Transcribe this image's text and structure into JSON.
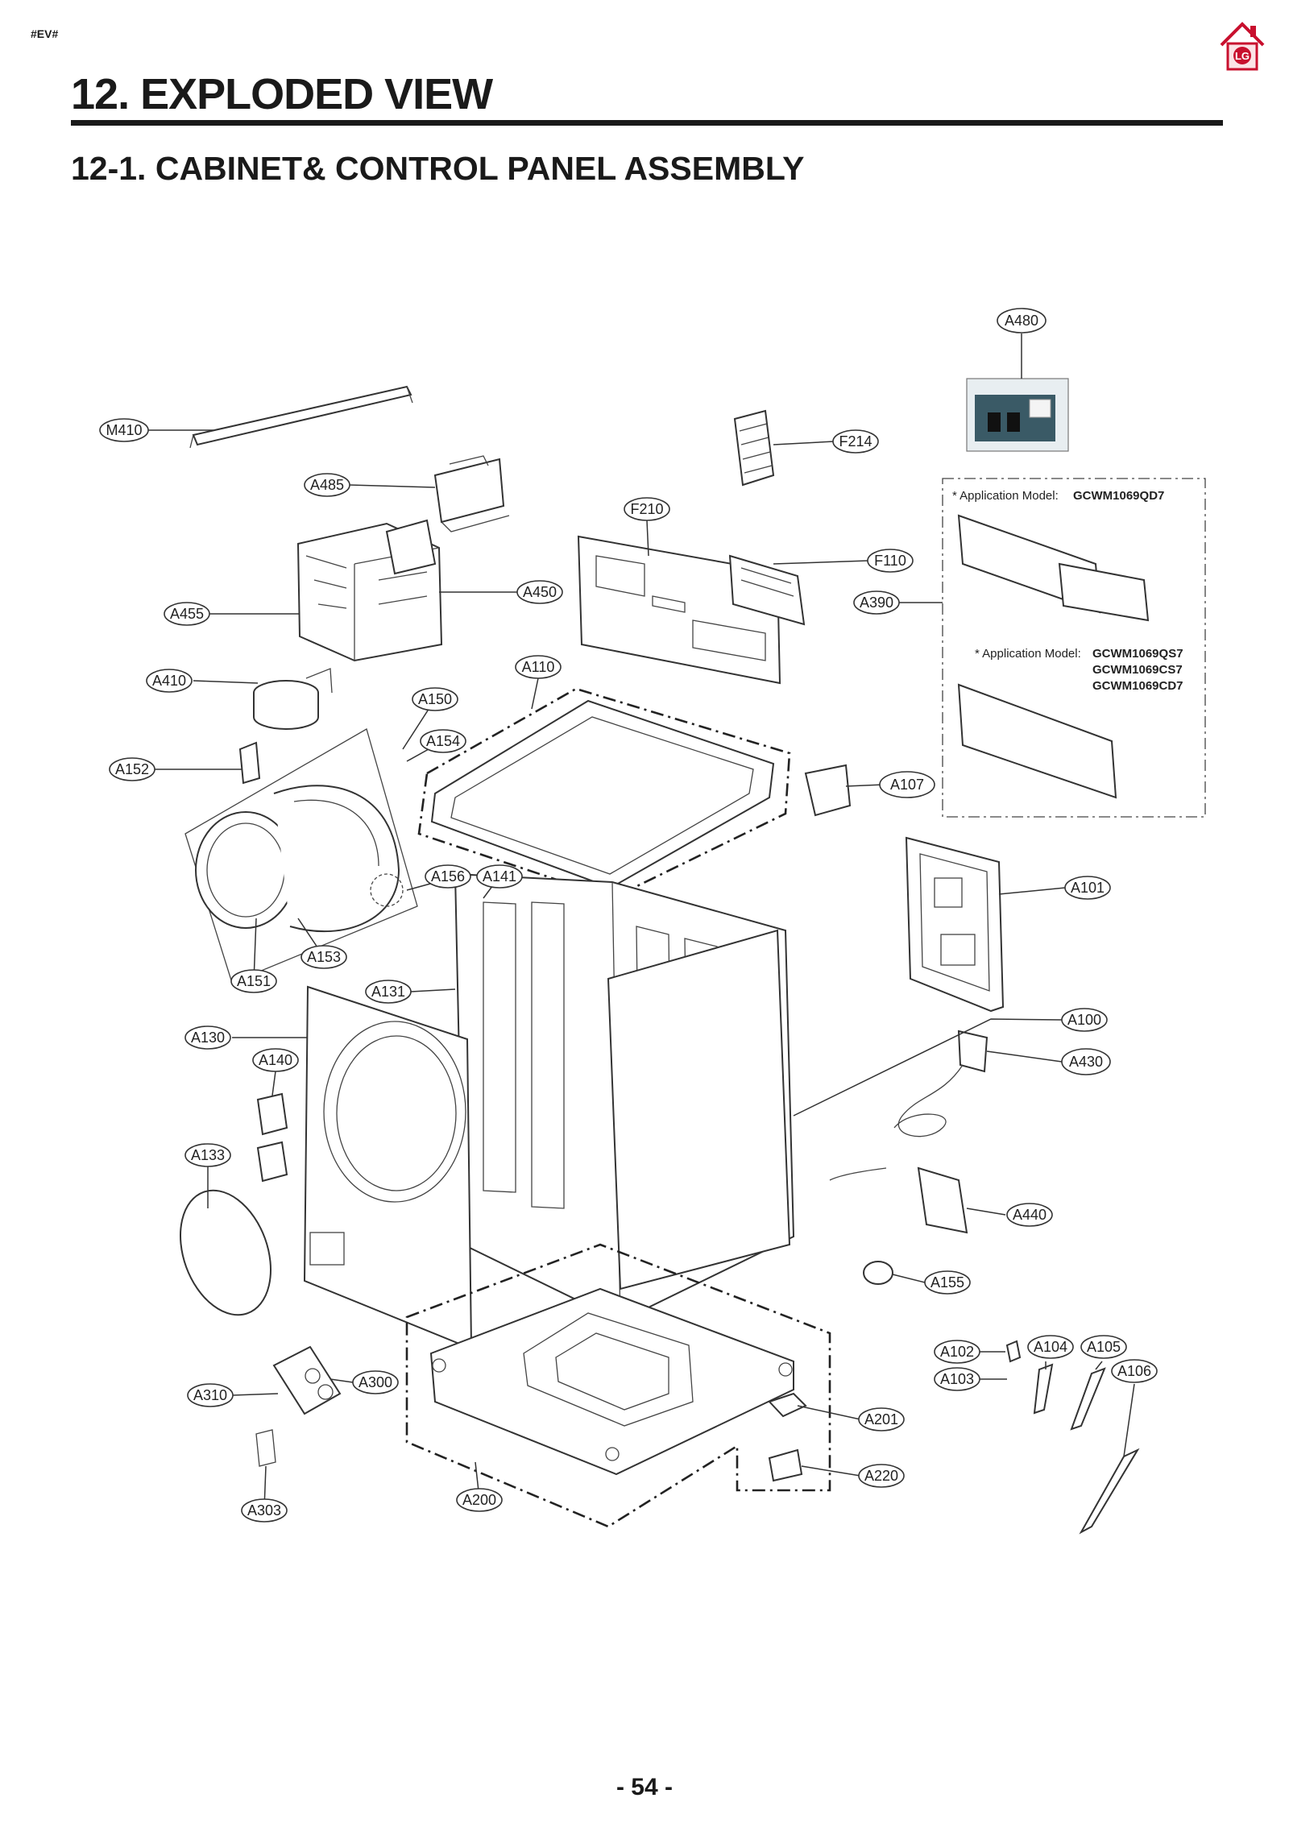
{
  "header": {
    "tag": "#EV#",
    "title": "12. EXPLODED VIEW",
    "subtitle": "12-1. CABINET& CONTROL PANEL ASSEMBLY"
  },
  "application_box": {
    "label": "* Application Model:",
    "model_top": "GCWM1069QD7",
    "models_bottom": [
      "GCWM1069QS7",
      "GCWM1069CS7",
      "GCWM1069CD7"
    ]
  },
  "callouts": [
    "A480",
    "M410",
    "F214",
    "A485",
    "F210",
    "F110",
    "A450",
    "A390",
    "A455",
    "A410",
    "A110",
    "A150",
    "A154",
    "A152",
    "A107",
    "A156",
    "A141",
    "A101",
    "A153",
    "A151",
    "A131",
    "A100",
    "A130",
    "A430",
    "A140",
    "A133",
    "A440",
    "A155",
    "A102",
    "A104",
    "A105",
    "A103",
    "A106",
    "A300",
    "A201",
    "A310",
    "A220",
    "A200",
    "A303"
  ],
  "footer": {
    "page_number": "- 54 -"
  },
  "colors": {
    "text": "#1a1a1a",
    "line": "#333333",
    "brand_red": "#c8102e"
  },
  "icons": [
    "home-icon"
  ]
}
